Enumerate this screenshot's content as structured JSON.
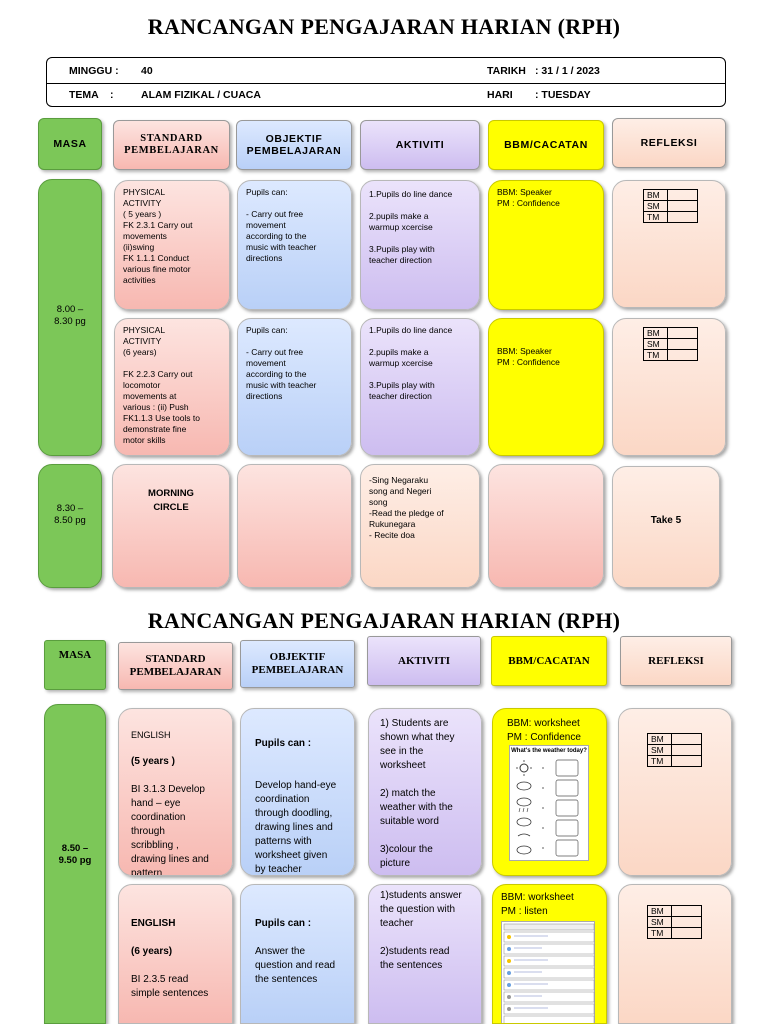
{
  "title1": "RANCANGAN PENGAJARAN HARIAN (RPH)",
  "title2": "RANCANGAN PENGAJARAN HARIAN (RPH)",
  "info": {
    "minggu_label": "MINGGU :",
    "minggu_value": "40",
    "tema_label": "TEMA    :",
    "tema_value": "ALAM FIZIKAL / CUACA",
    "tarikh_label": "TARIKH",
    "tarikh_value": ": 31 / 1 / 2023",
    "hari_label": "HARI",
    "hari_value": ": TUESDAY"
  },
  "headers1": {
    "masa": "MASA",
    "standard": "STANDARD\nPEMBELAJARAN",
    "objektif": "OBJEKTIF\nPEMBELAJARAN",
    "aktiviti": "AKTIVITI",
    "bbm": "BBM/CACATAN",
    "refleksi": "REFLEKSI"
  },
  "headers2": {
    "masa": "MASA",
    "standard": "STANDARD\nPEMBELAJARAN",
    "objektif": "OBJEKTIF\nPEMBELAJARAN",
    "aktiviti": "AKTIVITI",
    "bbm": "BBM/CACATAN",
    "refleksi": "REFLEKSI"
  },
  "section1": {
    "masa_a": "8.00 –\n8.30 pg",
    "masa_b": "8.30 –\n8.50 pg",
    "row1": {
      "standard": "PHYSICAL\nACTIVITY\n( 5 years )\nFK 2.3.1 Carry out\nmovements\n(ii)swing\nFK 1.1.1 Conduct\nvarious fine motor\nactivities",
      "objektif": "Pupils can:\n\n- Carry out free\nmovement\naccording to the\nmusic with teacher\ndirections",
      "aktiviti": "1.Pupils do line dance\n\n2.pupils make a\nwarmup xcercise\n\n3.Pupils play with\nteacher direction",
      "bbm": "BBM: Speaker\nPM  : Confidence"
    },
    "row2": {
      "standard": "PHYSICAL\nACTIVITY\n(6 years)\n\nFK 2.2.3 Carry out\nlocomotor\nmovements at\nvarious : (ii) Push\nFK1.1.3 Use tools to\ndemonstrate fine\nmotor skills",
      "objektif": "Pupils can:\n\n- Carry out free\nmovement\naccording to the\nmusic with teacher\ndirections",
      "aktiviti": "1.Pupils do line dance\n\n2.pupils make a\nwarmup xcercise\n\n3.Pupils play with\nteacher direction",
      "bbm": "BBM: Speaker\nPM  : Confidence"
    },
    "row3": {
      "standard": "MORNING\nCIRCLE",
      "objektif": "",
      "aktiviti": "-Sing Negaraku\n song and  Negeri\n song\n-Read the pledge of\n Rukunegara\n- Recite doa",
      "bbm": "",
      "refleksi": "Take 5"
    }
  },
  "section2": {
    "masa": "8.50 –\n9.50 pg",
    "row1": {
      "standard_subject": "ENGLISH",
      "standard_age": "(5 years )",
      "standard_body": "BI 3.1.3 Develop\nhand – eye\ncoordination\nthrough\nscribbling ,\ndrawing lines and\npattern",
      "objektif_head": "Pupils can :",
      "objektif_body": "Develop hand-eye\ncoordination\nthrough doodling,\ndrawing lines and\npatterns with\nworksheet given\nby teacher",
      "aktiviti": "1) Students are\nshown what they\nsee in the\nworksheet\n\n2) match the\nweather with the\nsuitable word\n\n3)colour the\npicture",
      "bbm": "BBM: worksheet\nPM  : Confidence",
      "ws_title": "What's the weather today?"
    },
    "row2": {
      "standard_subject": "ENGLISH",
      "standard_age": "(6  years)",
      "standard_body": "BI 2.3.5 read\nsimple sentences",
      "objektif_head": "Pupils can :",
      "objektif_body": " Answer the\nquestion and read\nthe sentences",
      "aktiviti": "1)students answer\nthe question with\nteacher\n\n2)students read\nthe sentences",
      "bbm": "BBM: worksheet\nPM  : listen"
    }
  },
  "refleksi_rows": [
    "BM",
    "SM",
    "TM"
  ],
  "colors": {
    "masa": "#7cc758",
    "standard": "#fbd0cb",
    "objektif": "#c8dafa",
    "aktiviti": "#d9cdf5",
    "bbm": "#ffff00",
    "refleksi": "#fde2d4"
  }
}
